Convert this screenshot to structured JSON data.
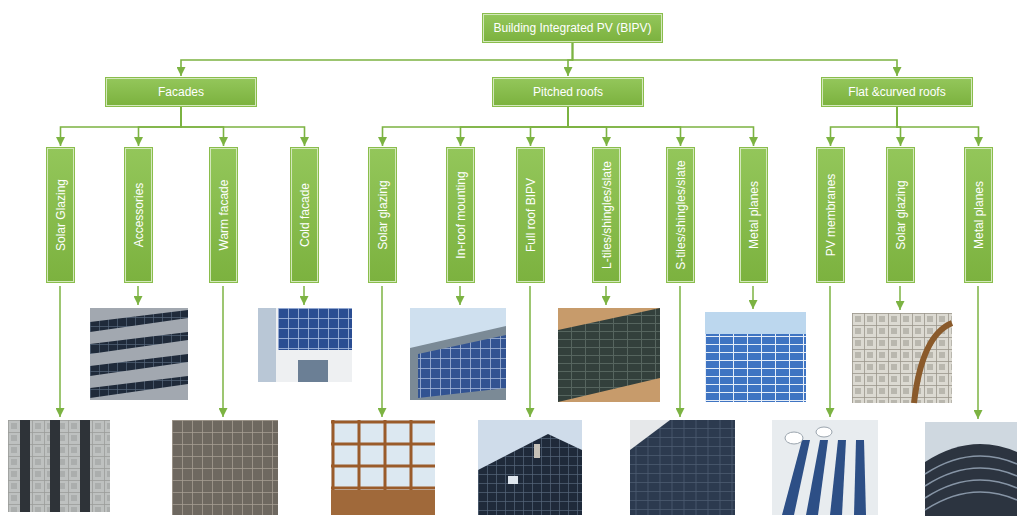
{
  "diagram": {
    "nodes": [
      {
        "text": [
          "Building Integrated PV (BIPV)"
        ]
      },
      {
        "text": [
          "Facades"
        ]
      },
      {
        "text": [
          "Pitched roofs"
        ]
      },
      {
        "text": [
          "Flat &curved roofs"
        ]
      },
      {
        "text": [
          "Solar Glazing"
        ]
      },
      {
        "text": [
          "Accessories"
        ]
      },
      {
        "text": [
          "Warm facade"
        ]
      },
      {
        "text": [
          "Cold facade"
        ]
      },
      {
        "text": [
          "Solar glazing"
        ]
      },
      {
        "text": [
          "In-roof mounting"
        ]
      },
      {
        "text": [
          "Full roof BIPV"
        ]
      },
      {
        "text": [
          "L-tiles/shingles/slate"
        ]
      },
      {
        "text": [
          "S-tiles/shingles/slate"
        ]
      },
      {
        "text": [
          "Metal planes"
        ]
      },
      {
        "text": [
          "PV membranes"
        ]
      },
      {
        "text": [
          "Solar glazing"
        ]
      },
      {
        "text": [
          "Metal planes"
        ]
      }
    ],
    "edges": [
      {
        "from": 0,
        "to": 1,
        "arrow": "to"
      },
      {
        "from": 0,
        "to": 2,
        "arrow": "to"
      },
      {
        "from": 0,
        "to": 3,
        "arrow": "to"
      },
      {
        "from": 1,
        "to": 4,
        "arrow": "to"
      },
      {
        "from": 1,
        "to": 5,
        "arrow": "to"
      },
      {
        "from": 1,
        "to": 6,
        "arrow": "to"
      },
      {
        "from": 1,
        "to": 7,
        "arrow": "to"
      },
      {
        "from": 2,
        "to": 8,
        "arrow": "to"
      },
      {
        "from": 2,
        "to": 9,
        "arrow": "to"
      },
      {
        "from": 2,
        "to": 10,
        "arrow": "to"
      },
      {
        "from": 2,
        "to": 11,
        "arrow": "to"
      },
      {
        "from": 2,
        "to": 12,
        "arrow": "to"
      },
      {
        "from": 2,
        "to": 13,
        "arrow": "to"
      },
      {
        "from": 3,
        "to": 14,
        "arrow": "to"
      },
      {
        "from": 3,
        "to": 15,
        "arrow": "to"
      },
      {
        "from": 3,
        "to": 16,
        "arrow": "to"
      }
    ]
  }
}
